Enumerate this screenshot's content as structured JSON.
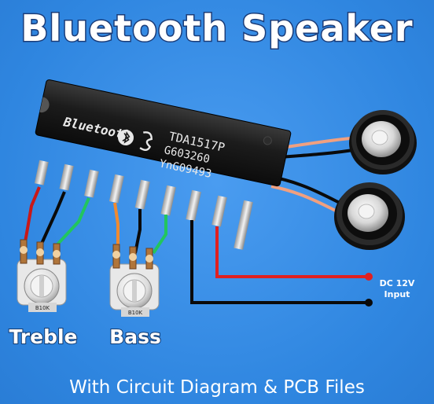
{
  "title": "Bluetooth Speaker",
  "chip": {
    "brand": "Bluetooth",
    "line1": "TDA1517P",
    "line2": "G603260",
    "line3": "YnG09493"
  },
  "pots": {
    "treble_label": "Treble",
    "bass_label": "Bass",
    "treble_marking": "B10K",
    "bass_marking": "B10K"
  },
  "power": {
    "line1": "DC 12V",
    "line2": "Input"
  },
  "footer": "With Circuit Diagram & PCB Files",
  "colors": {
    "background": "#3b8fe6",
    "chip": "#1a1a1a",
    "wire_red": "#e02020",
    "wire_black": "#0a0a0a",
    "wire_green": "#22c55e",
    "wire_orange": "#f08a30",
    "wire_pink": "#f0a080"
  }
}
